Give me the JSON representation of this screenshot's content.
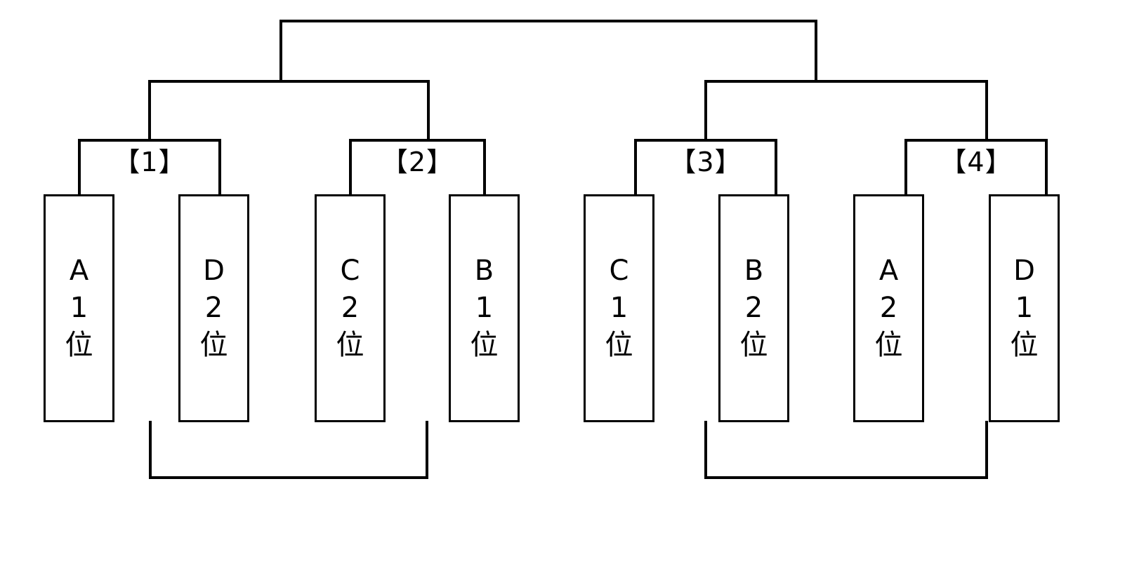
{
  "diagram": {
    "title": "tournament-bracket",
    "line_color": "#000000",
    "background_color": "#ffffff",
    "text_color": "#000000"
  },
  "round_labels": [
    {
      "name": "qf-1",
      "text": "【1】"
    },
    {
      "name": "qf-2",
      "text": "【2】"
    },
    {
      "name": "qf-3",
      "text": "【3】"
    },
    {
      "name": "qf-4",
      "text": "【4】"
    }
  ],
  "teams": [
    {
      "group": "A",
      "rank": "1",
      "unit": "位"
    },
    {
      "group": "D",
      "rank": "2",
      "unit": "位"
    },
    {
      "group": "C",
      "rank": "2",
      "unit": "位"
    },
    {
      "group": "B",
      "rank": "1",
      "unit": "位"
    },
    {
      "group": "C",
      "rank": "1",
      "unit": "位"
    },
    {
      "group": "B",
      "rank": "2",
      "unit": "位"
    },
    {
      "group": "A",
      "rank": "2",
      "unit": "位"
    },
    {
      "group": "D",
      "rank": "1",
      "unit": "位"
    }
  ]
}
